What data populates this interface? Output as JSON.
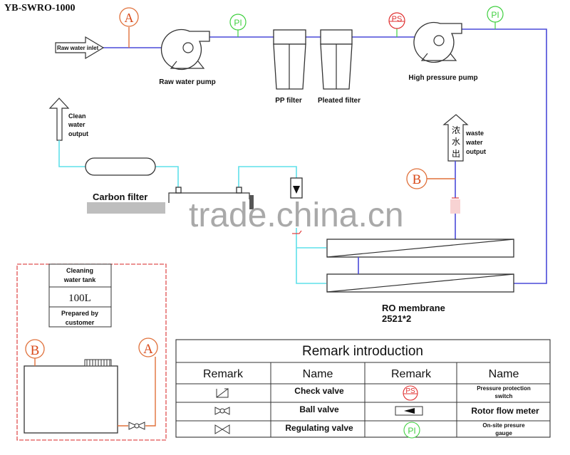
{
  "model": "YB-SWRO-1000",
  "labels": {
    "raw_water_inlet": "Raw water inlet",
    "raw_water_pump": "Raw water pump",
    "pp_filter": "PP filter",
    "pleated_filter": "Pleated filter",
    "high_pressure_pump": "High pressure pump",
    "clean_water_output": [
      "Clean",
      "water",
      "output"
    ],
    "waste_water_output": [
      "waste",
      "water",
      "output"
    ],
    "waste_water_cn": [
      "浓",
      "水",
      "出"
    ],
    "carbon_filter": "Carbon filter",
    "ro_membrane": "RO membrane",
    "ro_membrane_spec": "2521*2"
  },
  "markers": {
    "a": "A",
    "b": "B",
    "pi": "PI",
    "ps": "PS"
  },
  "cleaning_tank": {
    "title": "Cleaning water tank",
    "title_lines": [
      "Cleaning",
      "water tank"
    ],
    "capacity": "100L",
    "note_lines": [
      "Prepared by",
      "customer"
    ]
  },
  "remark_table": {
    "title": "Remark introduction",
    "headers": [
      "Remark",
      "Name",
      "Remark",
      "Name"
    ],
    "rows": [
      {
        "symbol_left": "check-valve",
        "name_left": "Check valve",
        "symbol_right": "PS",
        "name_right": "Pressure protection switch",
        "name_right_lines": [
          "Pressure protection",
          "switch"
        ]
      },
      {
        "symbol_left": "ball-valve",
        "name_left": "Ball valve",
        "symbol_right": "rotor-flow-meter",
        "name_right": "Rotor flow meter"
      },
      {
        "symbol_left": "regulating-valve",
        "name_left": "Regulating valve",
        "symbol_right": "PI",
        "name_right": "On-site presure gauge",
        "name_right_lines": [
          "On-site presure",
          "gauge"
        ]
      }
    ]
  },
  "watermark": "trade.china.cn",
  "colors": {
    "raw_pipe": "#4a4ad8",
    "clean_pipe": "#5fe0ea",
    "marker_orange": "#e0703a",
    "ps_red": "#e03030",
    "pi_green": "#40d040",
    "box_red": "#e05050"
  }
}
